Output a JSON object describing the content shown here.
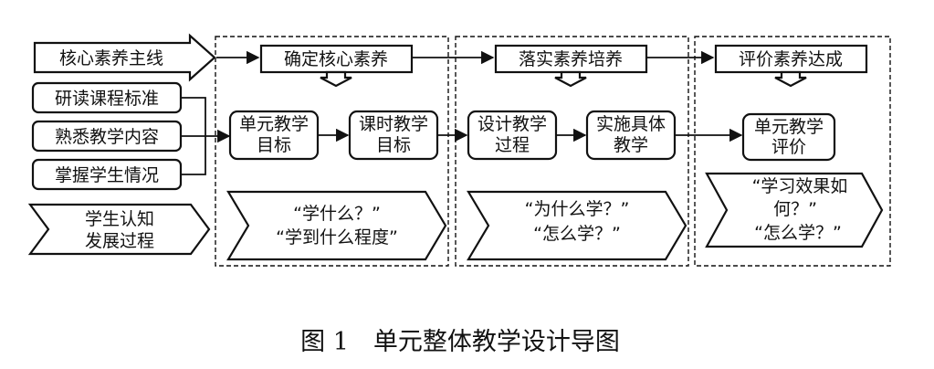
{
  "diagram": {
    "mainline": "核心素养主线",
    "inputs": [
      "研读课程标准",
      "熟悉教学内容",
      "掌握学生情况"
    ],
    "cognition": [
      "学生认知",
      "发展过程"
    ],
    "stages": [
      {
        "header": "确定核心素养",
        "steps": [
          [
            "单元教学",
            "目标"
          ],
          [
            "课时教学",
            "目标"
          ]
        ],
        "questions": [
          "“学什么？”",
          "“学到什么程度”"
        ]
      },
      {
        "header": "落实素养培养",
        "steps": [
          [
            "设计教学",
            "过程"
          ],
          [
            "实施具体",
            "教学"
          ]
        ],
        "questions": [
          "“为什么学？”",
          "“怎么学？”"
        ]
      },
      {
        "header": "评价素养达成",
        "steps": [
          [
            "单元教学",
            "评价"
          ]
        ],
        "questions": [
          "“学习效果如",
          "何？”",
          "“怎么学？”"
        ]
      }
    ]
  },
  "caption": "图 1　单元整体教学设计导图"
}
